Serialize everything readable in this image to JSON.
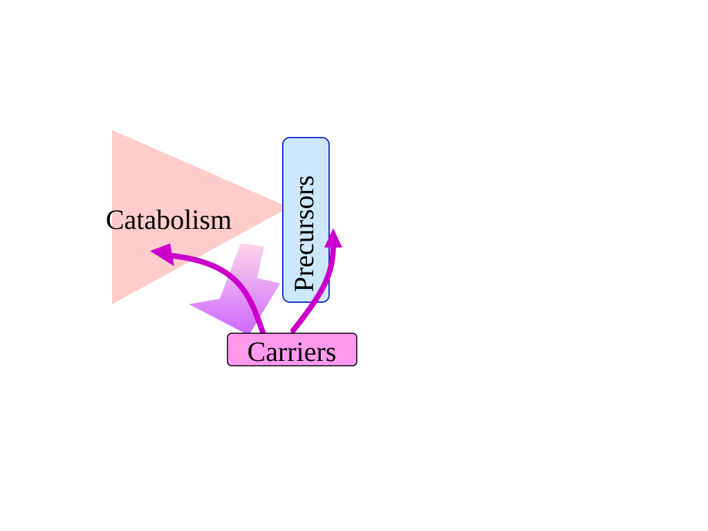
{
  "diagram": {
    "labels": {
      "catabolism": "Catabolism",
      "precursors": "Precursors",
      "carriers": "Carriers"
    },
    "colors": {
      "catabolism_fill": "#ffcccc",
      "precursors_fill": "#cce8fa",
      "precursors_stroke": "#2233cc",
      "carriers_fill": "#ff99ee",
      "carriers_stroke": "#000000",
      "arrow_color": "#cc00cc",
      "flow_gradient_top": "#ffd6ea",
      "flow_gradient_bottom": "#cc66ff"
    }
  }
}
